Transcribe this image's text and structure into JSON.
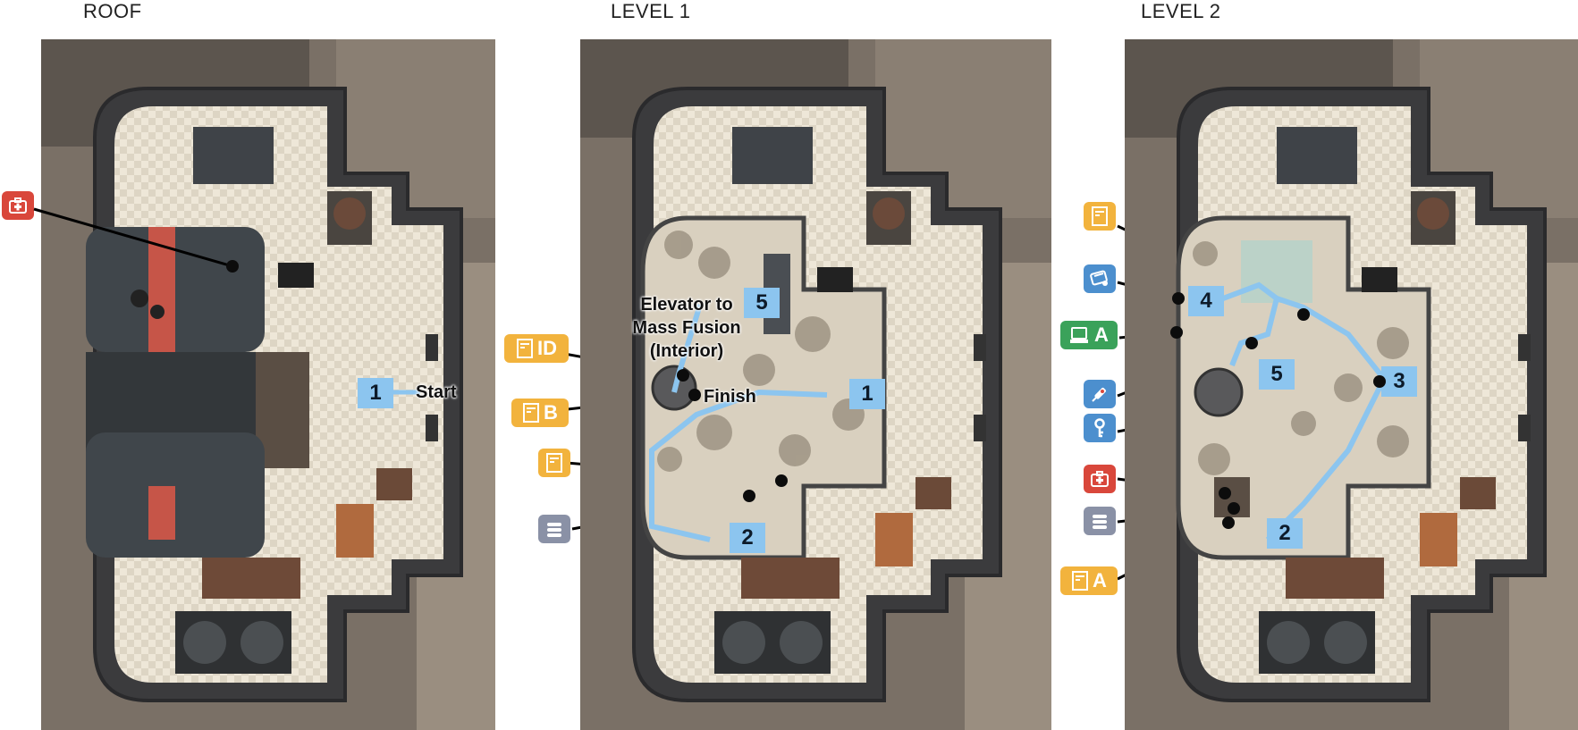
{
  "panels": [
    {
      "title": "ROOF"
    },
    {
      "title": "LEVEL 1"
    },
    {
      "title": "LEVEL 2"
    }
  ],
  "roof": {
    "step_1": "1",
    "start_label": "Start",
    "legend": [
      {
        "icon": "first-aid-icon"
      }
    ]
  },
  "level1": {
    "step_1": "1",
    "step_2": "2",
    "step_5": "5",
    "elevator_label_line1": "Elevator to",
    "elevator_label_line2": "Mass Fusion",
    "elevator_label_line3": "(Interior)",
    "finish_label": "Finish",
    "legend": [
      {
        "icon": "door-icon",
        "text": "ID"
      },
      {
        "icon": "door-icon",
        "text": "B"
      },
      {
        "icon": "door-icon",
        "text": ""
      },
      {
        "icon": "ammo-icon",
        "text": ""
      }
    ]
  },
  "level2": {
    "step_2": "2",
    "step_3": "3",
    "step_4": "4",
    "step_5": "5",
    "legend": [
      {
        "icon": "door-icon",
        "text": ""
      },
      {
        "icon": "holotape-icon",
        "text": ""
      },
      {
        "icon": "terminal-icon",
        "text": "A"
      },
      {
        "icon": "syringe-icon",
        "text": ""
      },
      {
        "icon": "key-icon",
        "text": ""
      },
      {
        "icon": "first-aid-icon",
        "text": ""
      },
      {
        "icon": "ammo-icon",
        "text": ""
      },
      {
        "icon": "door-icon",
        "text": "A"
      }
    ]
  },
  "colors": {
    "route": "#8cc5ef",
    "medical": "#d9473b",
    "door": "#f2b33d",
    "item": "#4c8fce",
    "terminal": "#3aa25a",
    "ammo": "#8a91a6"
  }
}
